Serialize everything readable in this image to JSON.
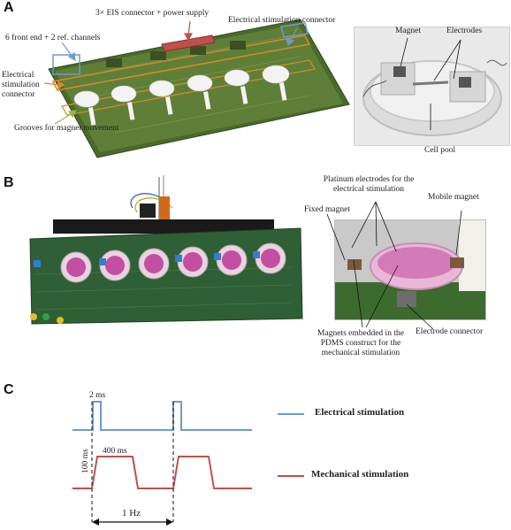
{
  "panels": {
    "a": {
      "letter": "A",
      "labels": {
        "eis_connector": "3× EIS connector + power supply",
        "front_end": "6 front end + 2 ref. channels",
        "stim_connector_left": "Electrical stimulation connector",
        "stim_connector_top": "Electrical stimulation connector",
        "grooves": "Grooves for magnet movement",
        "magnet": "Magnet",
        "electrodes": "Electrodes",
        "cell_pool": "Cell pool"
      }
    },
    "b": {
      "letter": "B",
      "labels": {
        "platinum": "Platinum electrodes for the electrical stimulation",
        "fixed_magnet": "Fixed magnet",
        "mobile_magnet": "Mobile magnet",
        "electrode_connector": "Electrode connector",
        "embedded_magnets": "Magnets embedded in the PDMS construct for the mechanical stimulation"
      }
    },
    "c": {
      "letter": "C",
      "pulse_width_label": "2 ms",
      "plateau_label": "400 ms",
      "ramp_label": "100 ms",
      "frequency_label": "1 Hz",
      "legend": [
        {
          "name": "Electrical stimulation",
          "color": "#6a9ccf"
        },
        {
          "name": "Mechanical stimulation",
          "color": "#c0504d"
        }
      ]
    }
  }
}
